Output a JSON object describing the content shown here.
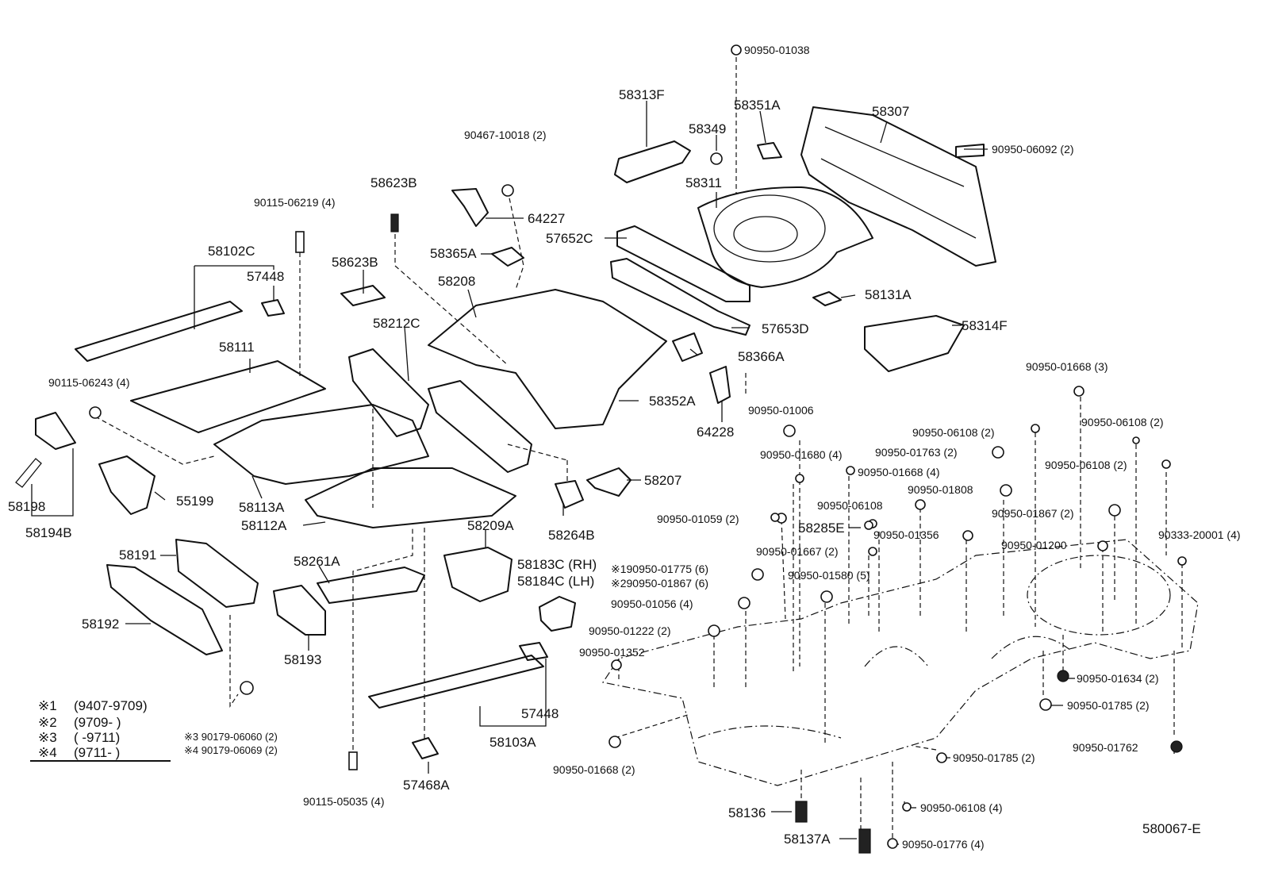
{
  "diagram_id": "580067-E",
  "callouts": {
    "p90950_01038": "90950-01038",
    "p58313F": "58313F",
    "p58351A": "58351A",
    "p58307": "58307",
    "p58349": "58349",
    "p90950_06092": "90950-06092 (2)",
    "p90467_10018": "90467-10018 (2)",
    "p58623B_top": "58623B",
    "p58311": "58311",
    "p90115_06219": "90115-06219 (4)",
    "p64227": "64227",
    "p57652C": "57652C",
    "p58102C": "58102C",
    "p58623B": "58623B",
    "p58365A": "58365A",
    "p57448_top": "57448",
    "p58208": "58208",
    "p58131A": "58131A",
    "p58212C": "58212C",
    "p57653D": "57653D",
    "p58314F": "58314F",
    "p58111": "58111",
    "p58366A": "58366A",
    "p90115_06243": "90115-06243 (4)",
    "p90950_01668_3": "90950-01668 (3)",
    "p58352A": "58352A",
    "p90950_01006": "90950-01006",
    "p64228": "64228",
    "p90950_06108_2a": "90950-06108 (2)",
    "p90950_06108_2b": "90950-06108 (2)",
    "p90950_01680": "90950-01680 (4)",
    "p90950_01763": "90950-01763 (2)",
    "p90950_06108_2c": "90950-06108 (2)",
    "p90950_01668_4": "90950-01668 (4)",
    "p58207": "58207",
    "p90950_01808": "90950-01808",
    "p55199": "55199",
    "p58198": "58198",
    "p58113A": "58113A",
    "p90950_06108": "90950-06108",
    "p90950_01867_2": "90950-01867 (2)",
    "p58194B": "58194B",
    "p58112A": "58112A",
    "p58264B": "58264B",
    "p90950_01059": "90950-01059 (2)",
    "p58285E": "58285E",
    "p58209A": "58209A",
    "p90950_01356": "90950-01356",
    "p90333_20001": "90333-20001 (4)",
    "p90950_01667": "90950-01667 (2)",
    "p90950_01200": "90950-01200",
    "p58191": "58191",
    "p58261A": "58261A",
    "p58183C": "58183C (RH)",
    "p58184C": "58184C (LH)",
    "p90950_01775": "※190950-01775 (6)",
    "p90950_01867_6": "※290950-01867 (6)",
    "p90950_01580": "90950-01580 (5)",
    "p90950_01056": "90950-01056 (4)",
    "p58192": "58192",
    "p90950_01222": "90950-01222 (2)",
    "p90950_01352": "90950-01352",
    "p58193": "58193",
    "p90950_01634": "90950-01634 (2)",
    "p90950_01785_2a": "90950-01785 (2)",
    "p57448_bot": "57448",
    "p58103A": "58103A",
    "p90179_06060": "※3 90179-06060 (2)",
    "p90179_06069": "※4 90179-06069 (2)",
    "p90950_01762": "90950-01762",
    "p90950_01785_2b": "90950-01785 (2)",
    "p90950_01668_2": "90950-01668 (2)",
    "p57468A": "57468A",
    "p90115_05035": "90115-05035 (4)",
    "p58136": "58136",
    "p90950_06108_4": "90950-06108 (4)",
    "p58137A": "58137A",
    "p90950_01776": "90950-01776 (4)"
  },
  "legend": [
    {
      "mark": "※1",
      "range": "(9407-9709)"
    },
    {
      "mark": "※2",
      "range": "(9709-      )"
    },
    {
      "mark": "※3",
      "range": "(      -9711)"
    },
    {
      "mark": "※4",
      "range": "(9711-      )"
    }
  ]
}
